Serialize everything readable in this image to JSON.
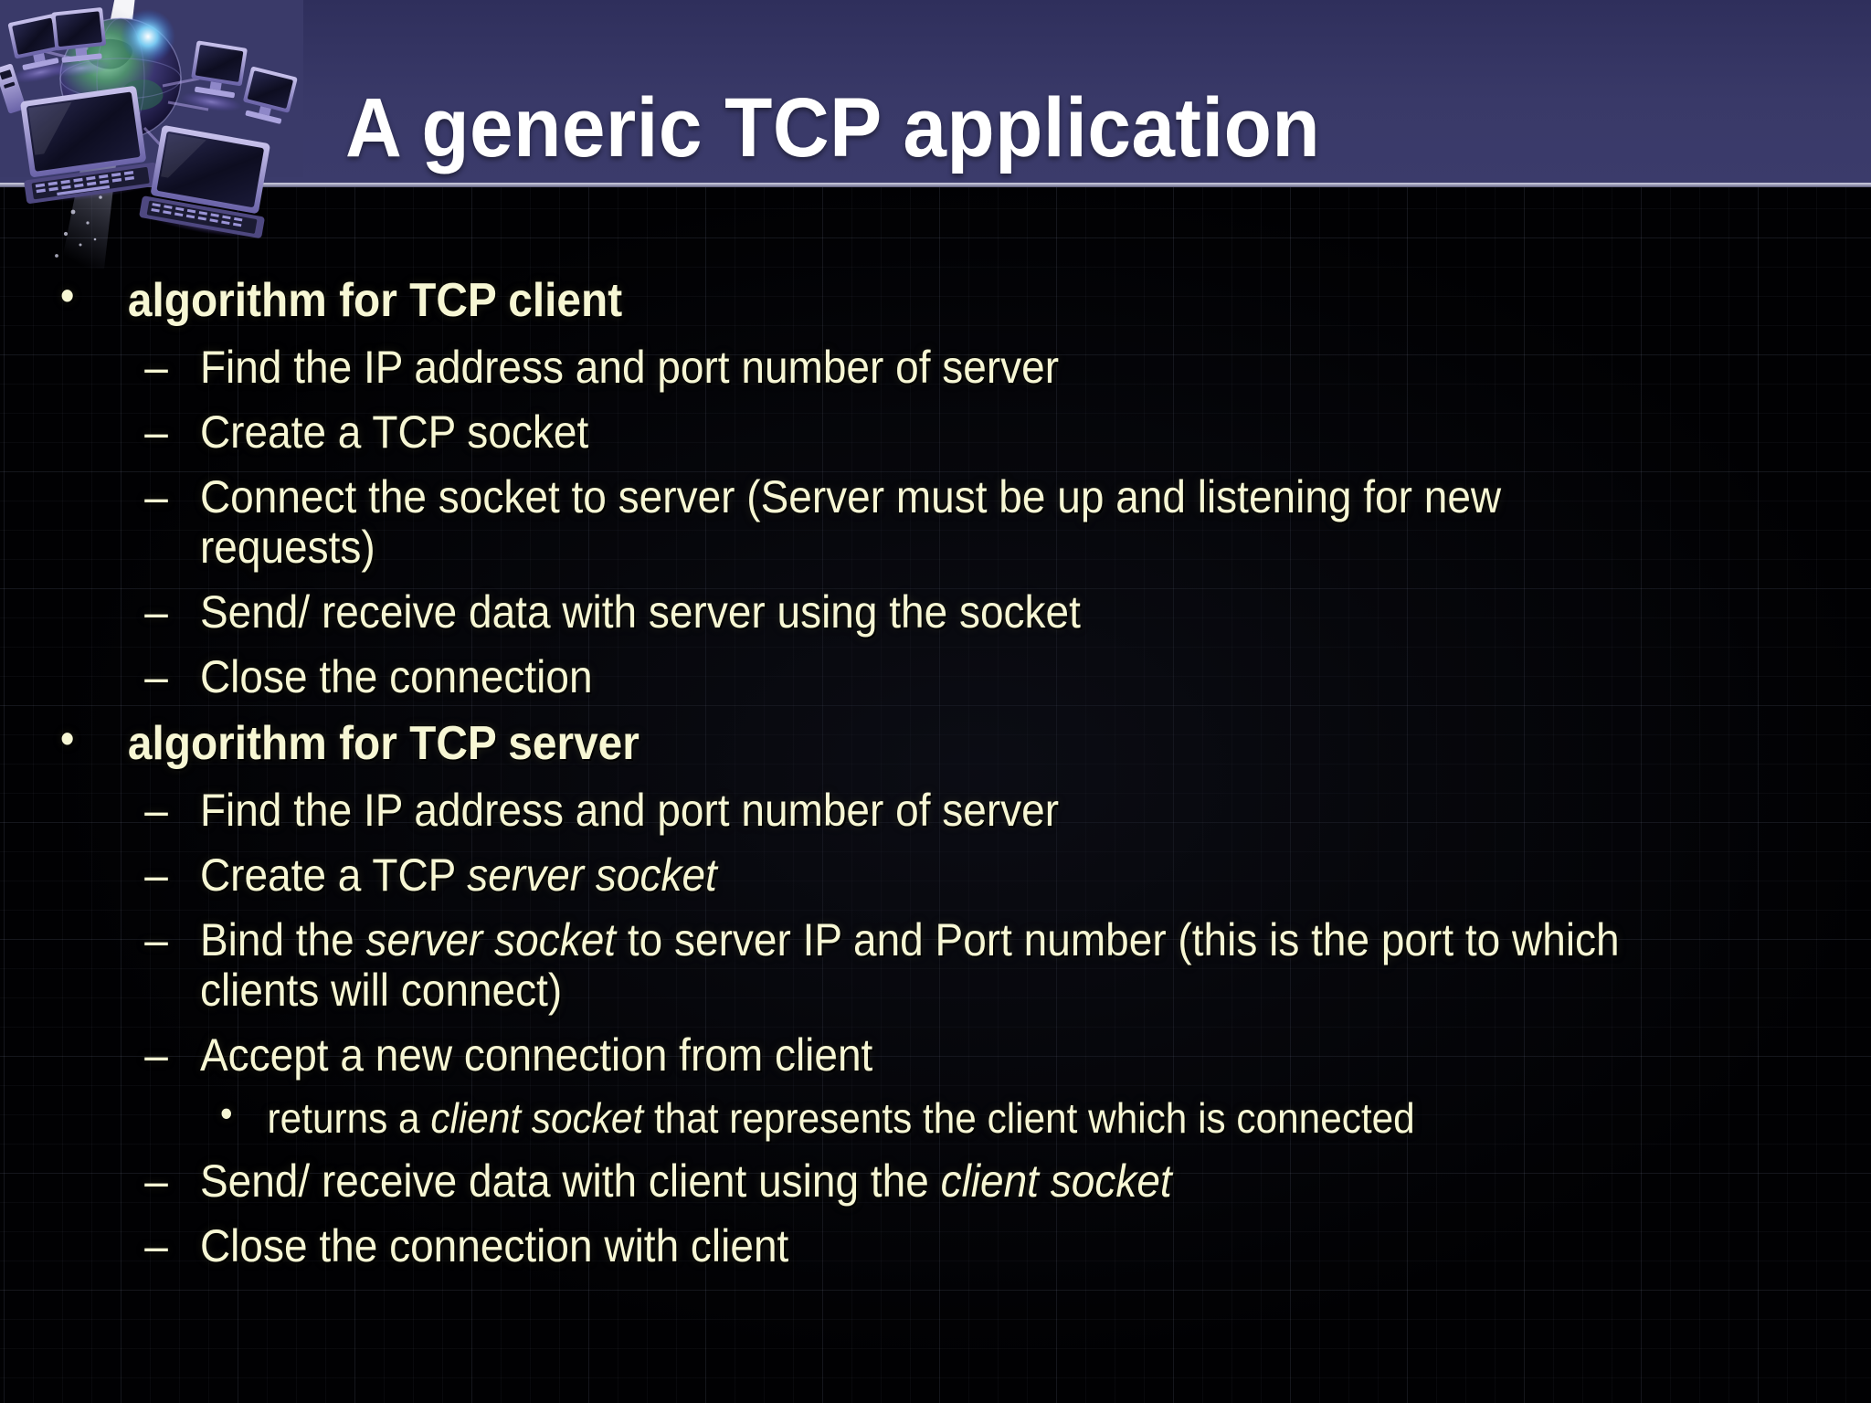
{
  "slide": {
    "title": "A generic TCP application",
    "background_color": "#010103",
    "header_color": "#393968",
    "text_color": "#F7F7D4",
    "title_color": "#FFFFFF"
  },
  "decoration": {
    "name": "globe-network-computers-image",
    "alt": "Stylized purple globe surrounded by networked desktop computers and laptops with a comet trail"
  },
  "bullets": {
    "b1": "•",
    "b2": "–",
    "b3": "•"
  },
  "content": [
    {
      "level": 1,
      "text": "algorithm for TCP client"
    },
    {
      "level": 2,
      "text": "Find the IP address and port number of server"
    },
    {
      "level": 2,
      "text": "Create a TCP socket"
    },
    {
      "level": 2,
      "text": "Connect the socket to server (Server must be up and listening for new requests)"
    },
    {
      "level": 2,
      "text": "Send/ receive data with server using the socket"
    },
    {
      "level": 2,
      "text": "Close the connection"
    },
    {
      "level": 1,
      "text": "algorithm for TCP server"
    },
    {
      "level": 2,
      "text": "Find the IP address and port number of server"
    },
    {
      "level": 2,
      "pre": "Create a TCP ",
      "em": "server socket",
      "post": ""
    },
    {
      "level": 2,
      "pre": "Bind the ",
      "em": "server socket",
      "post": " to server IP and Port number (this is the port to which clients will connect)"
    },
    {
      "level": 2,
      "text": "Accept a new connection from client"
    },
    {
      "level": 3,
      "pre": "returns a ",
      "em": "client socket",
      "post": " that represents the client which is connected"
    },
    {
      "level": 2,
      "pre": "Send/ receive data with client using the ",
      "em": "client socket",
      "post": ""
    },
    {
      "level": 2,
      "text": "Close the connection with client"
    }
  ]
}
